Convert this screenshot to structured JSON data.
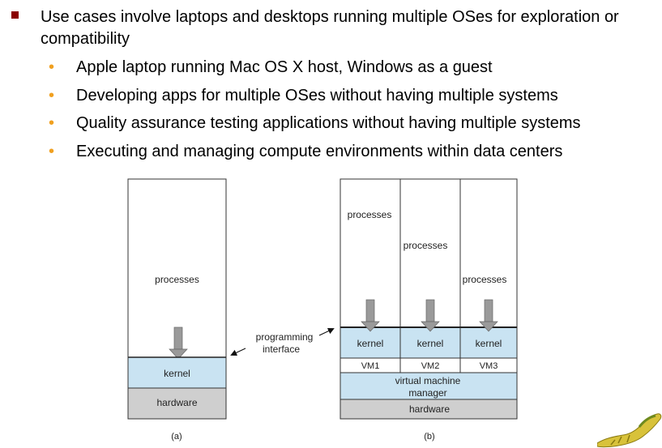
{
  "colors": {
    "bullet_square": "#8b0000",
    "bullet_dot": "#f0a020",
    "kernel_fill": "#c9e3f2",
    "hardware_fill": "#cfcfcf",
    "arrow_fill": "#9a9a9a",
    "border": "#333333"
  },
  "main_bullet": "Use cases involve laptops and desktops running multiple OSes for exploration or compatibility",
  "sub_bullets": [
    "Apple laptop running Mac OS X host, Windows as a guest",
    "Developing apps for multiple OSes without having multiple systems",
    "Quality assurance testing applications without having multiple systems",
    "Executing and managing compute environments within data centers"
  ],
  "diagram": {
    "a": {
      "processes": "processes",
      "kernel": "kernel",
      "hardware": "hardware",
      "caption": "(a)"
    },
    "interface_label_line1": "programming",
    "interface_label_line2": "interface",
    "b": {
      "processes": [
        "processes",
        "processes",
        "processes"
      ],
      "kernels": [
        "kernel",
        "kernel",
        "kernel"
      ],
      "vms": [
        "VM1",
        "VM2",
        "VM3"
      ],
      "vmm_line1": "virtual machine",
      "vmm_line2": "manager",
      "hardware": "hardware",
      "caption": "(b)"
    }
  }
}
